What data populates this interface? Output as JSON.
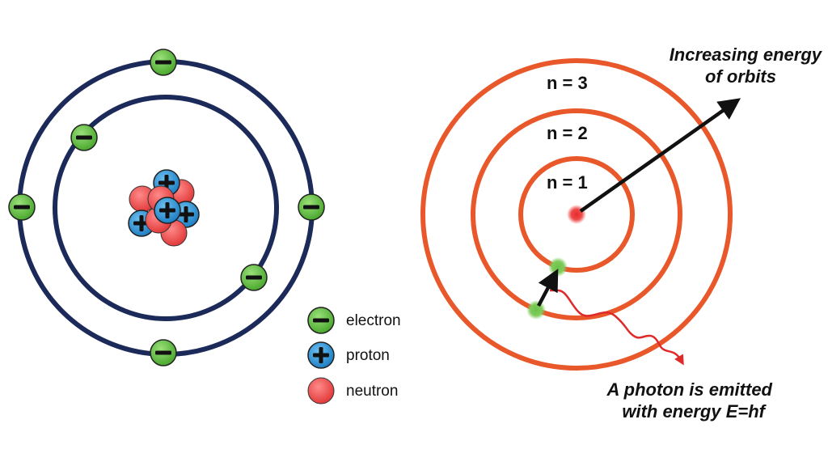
{
  "legend": {
    "electron": "electron",
    "proton": "proton",
    "neutron": "neutron"
  },
  "bohr": {
    "levels": [
      "n = 1",
      "n = 2",
      "n = 3"
    ],
    "energy_label_line1": "Increasing energy",
    "energy_label_line2": "of orbits",
    "photon_label_line1": "A photon is emitted",
    "photon_label_line2": "with energy E=hf"
  },
  "colors": {
    "orbit_left": "#1c2a5a",
    "orbit_right": "#e8582a",
    "electron": "#5cba3c",
    "proton": "#2a8fd4",
    "neutron": "#ee4b4b",
    "photon": "#e02a2a"
  }
}
